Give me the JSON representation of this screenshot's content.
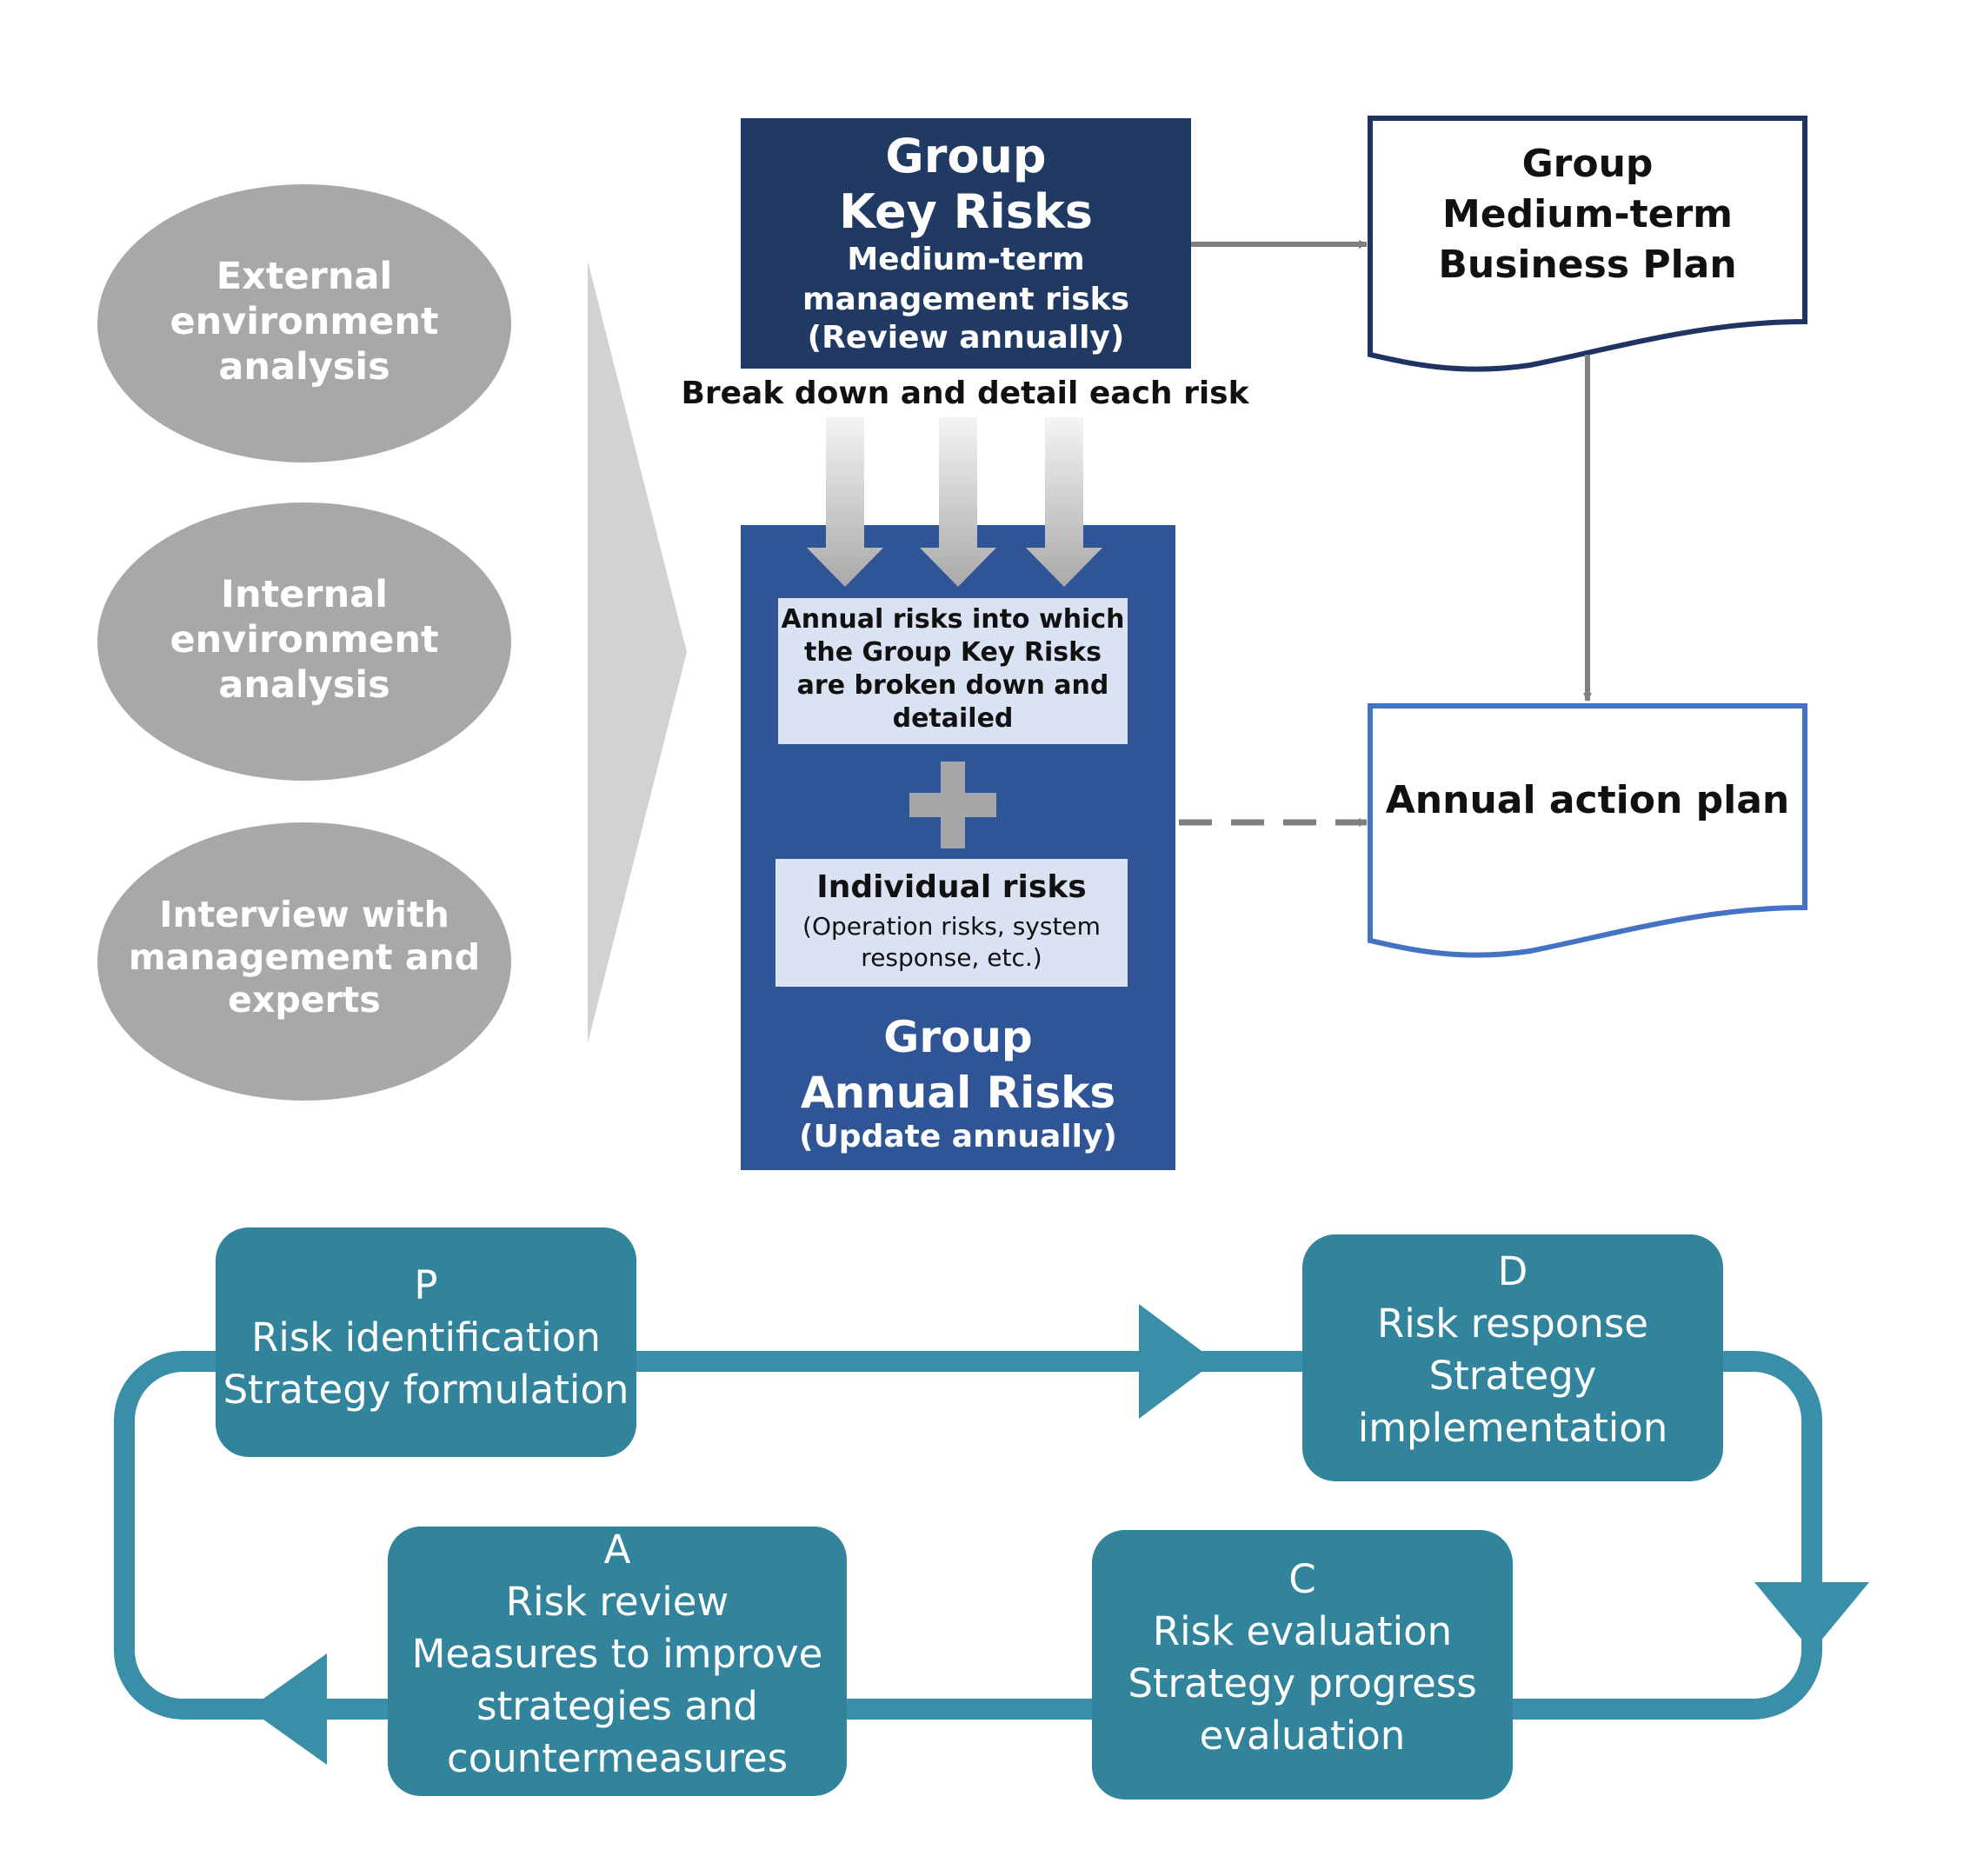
{
  "colors": {
    "oval": "#a8a8a8",
    "chevron": "#d2d2d2",
    "key_risks_box": "#213a63",
    "annual_risks_box": "#2f5596",
    "inner_box": "#dae3f3",
    "plus": "#a6a6a6",
    "doc_border_dark": "#1f3462",
    "doc_border_light": "#4472c4",
    "arrow_gray": "#7f7f7f",
    "pdca_box": "#31849b",
    "pdca_loop": "#3a8fa8"
  },
  "inputs": {
    "external": "External environment analysis",
    "internal": "Internal environment analysis",
    "interview": "Interview with management and experts"
  },
  "key_risks": {
    "line1": "Group",
    "line2": "Key Risks",
    "line3": "Medium-term",
    "line4": "management risks",
    "line5": "(Review annually)"
  },
  "breakdown_label": "Break down and detail each risk",
  "annual_risks": {
    "inner_top_l1": "Annual risks into which",
    "inner_top_l2": "the Group Key Risks",
    "inner_top_l3": "are broken down and",
    "inner_top_l4": "detailed",
    "individual_title": "Individual risks",
    "individual_sub_l1": "(Operation risks, system",
    "individual_sub_l2": "response, etc.)",
    "title_l1": "Group",
    "title_l2": "Annual Risks",
    "title_l3": "(Update annually)"
  },
  "business_plan": {
    "l1": "Group",
    "l2": "Medium-term",
    "l3": "Business Plan"
  },
  "action_plan": "Annual action plan",
  "pdca": {
    "p": {
      "letter": "P",
      "l1": "Risk identification",
      "l2": "Strategy formulation"
    },
    "d": {
      "letter": "D",
      "l1": "Risk response",
      "l2": "Strategy",
      "l3": "implementation"
    },
    "c": {
      "letter": "C",
      "l1": "Risk evaluation",
      "l2": "Strategy progress",
      "l3": "evaluation"
    },
    "a": {
      "letter": "A",
      "l1": "Risk review",
      "l2": "Measures to improve",
      "l3": "strategies and",
      "l4": "countermeasures"
    }
  }
}
